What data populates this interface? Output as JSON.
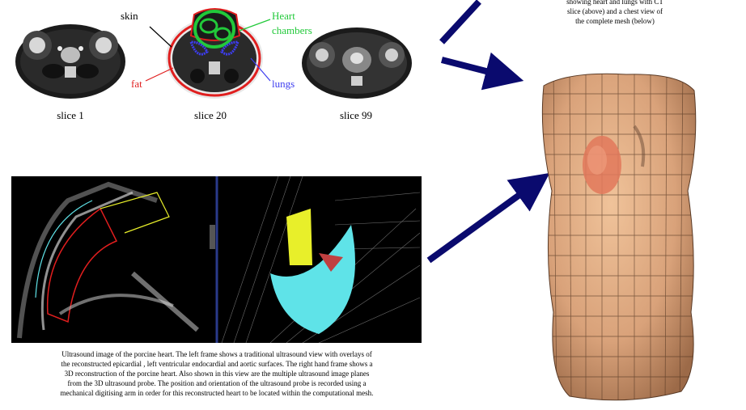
{
  "slices": [
    {
      "caption": "slice 1"
    },
    {
      "caption": "slice 20"
    },
    {
      "caption": "slice 99"
    }
  ],
  "labels": {
    "skin": "skin",
    "heart_line1": "Heart",
    "heart_line2": "chambers",
    "fat": "fat",
    "lungs": "lungs"
  },
  "mesh_caption": {
    "line1": "showing heart and lungs with CT",
    "line2": "slice (above) and a chest view of",
    "line3": "the complete mesh (below)"
  },
  "ultrasound_caption": {
    "line1": "Ultrasound image of the porcine heart. The left frame shows a traditional ultrasound view with overlays of",
    "line2": "the reconstructed epicardial , left ventricular endocardial and aortic surfaces. The right hand  frame shows a",
    "line3": "3D reconstruction of the porcine heart. Also shown in this view are the multiple ultrasound image planes",
    "line4": "from the 3D ultrasound probe. The position and orientation of the ultrasound probe is recorded using a",
    "line5": "mechanical digitising arm in order for this reconstructed heart to be located within the computational mesh."
  },
  "colors": {
    "arrow": "#0a0a6e",
    "heart_green": "#22c93a",
    "fat_red": "#e01e1e",
    "lungs_blue": "#3d3df0",
    "mesh_skin": "#d9a27a",
    "mesh_heart": "#e2785a",
    "us_cyan": "#5fe3e8",
    "us_yellow": "#e8ef2a"
  }
}
